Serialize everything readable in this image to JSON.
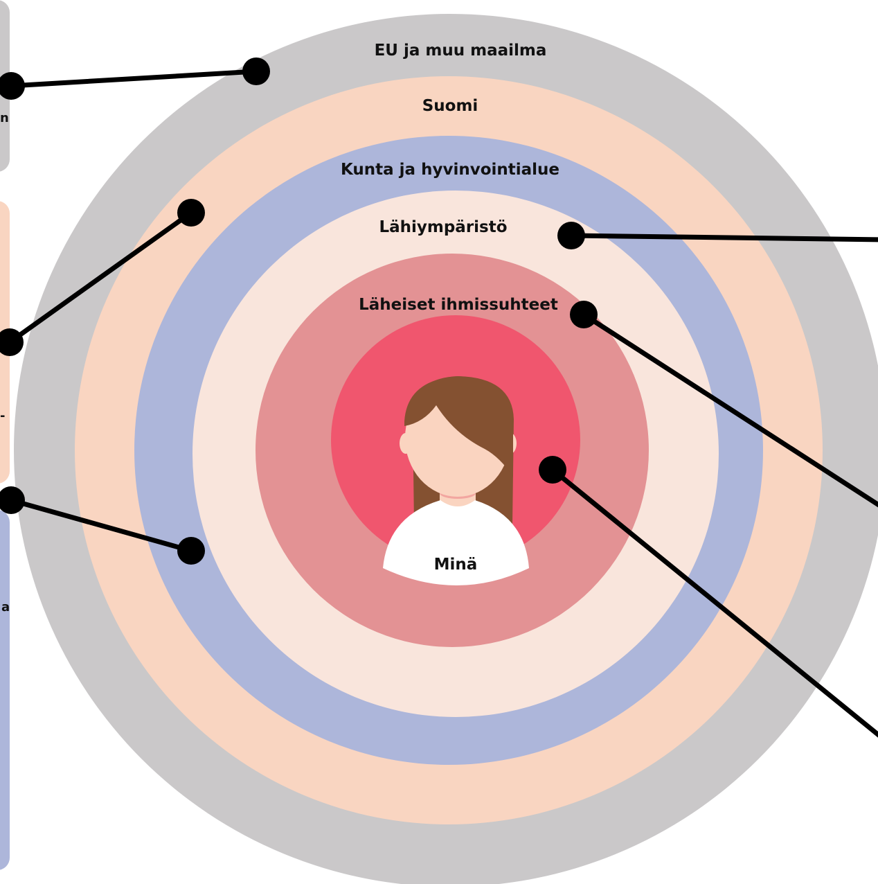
{
  "colors": {
    "world": "#cac8c9",
    "finland": "#f9d5c1",
    "municipality": "#adb6da",
    "neighbourhood": "#f9e5dc",
    "relationships": "#e39294",
    "self": "#f0566e",
    "hair": "#845131",
    "skin": "#fad4c0",
    "neck_shadow": "#f2a6a0",
    "shirt": "#ffffff",
    "connector": "#000000"
  },
  "rings": [
    {
      "key": "world",
      "label": "EU ja muu maailma"
    },
    {
      "key": "finland",
      "label": "Suomi"
    },
    {
      "key": "municipality",
      "label": "Kunta ja hyvinvointialue"
    },
    {
      "key": "neighbourhood",
      "label": "Lähiympäristö"
    },
    {
      "key": "relationships",
      "label": "Läheiset ihmissuhteet"
    },
    {
      "key": "self",
      "label": "Minä"
    }
  ],
  "side_panels": [
    {
      "key": "world",
      "visible_fragment": "n"
    },
    {
      "key": "finland",
      "visible_fragment": "-"
    },
    {
      "key": "municipality",
      "visible_fragment": "a"
    }
  ]
}
